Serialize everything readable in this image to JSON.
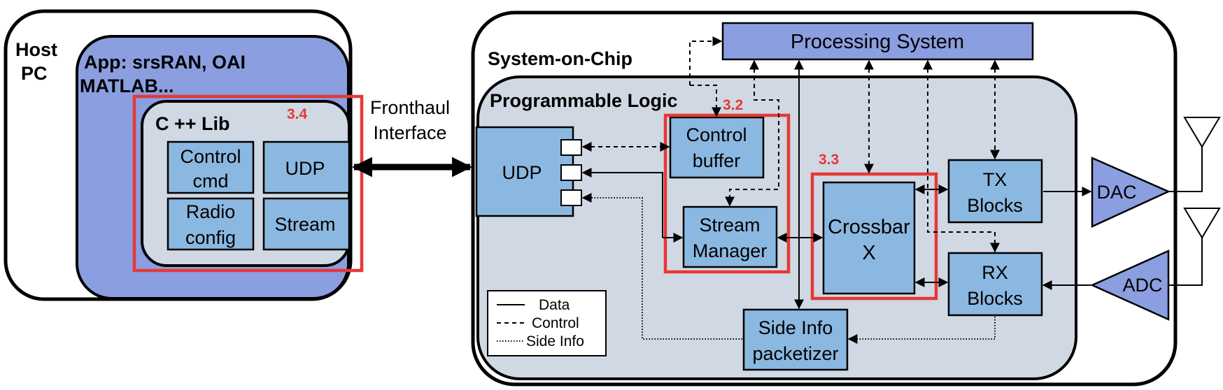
{
  "host": {
    "title_line1": "Host",
    "title_line2": "PC",
    "app_line1": "App:  srsRAN, OAI",
    "app_line2": "MATLAB...",
    "lib_title": "C ++ Lib",
    "lib_section": "3.4",
    "blocks": {
      "control_cmd": [
        "Control",
        "cmd"
      ],
      "udp": "UDP",
      "radio_config": [
        "Radio",
        "config"
      ],
      "stream": "Stream"
    }
  },
  "fronthaul": [
    "Fronthaul",
    "Interface"
  ],
  "soc": {
    "title": "System-on-Chip",
    "processing_system": "Processing System",
    "pl_title": "Programmable Logic",
    "udp": "UDP",
    "control_buffer": [
      "Control",
      "buffer"
    ],
    "stream_manager": [
      "Stream",
      "Manager"
    ],
    "section_32": "3.2",
    "section_33": "3.3",
    "crossbar": [
      "Crossbar",
      "X"
    ],
    "tx_blocks": [
      "TX",
      "Blocks"
    ],
    "rx_blocks": [
      "RX",
      "Blocks"
    ],
    "side_info_packetizer": [
      "Side Info",
      "packetizer"
    ],
    "dac": "DAC",
    "adc": "ADC"
  },
  "legend": {
    "data": "Data",
    "control": "Control",
    "side_info": "Side Info"
  },
  "colors": {
    "app_fill": "#8b9ee0",
    "lib_fill": "#d0d8e4",
    "block_fill": "#8bb8e0",
    "ps_fill": "#8b9ee0",
    "pl_fill": "#d0d8e4",
    "highlight": "#e53935"
  }
}
